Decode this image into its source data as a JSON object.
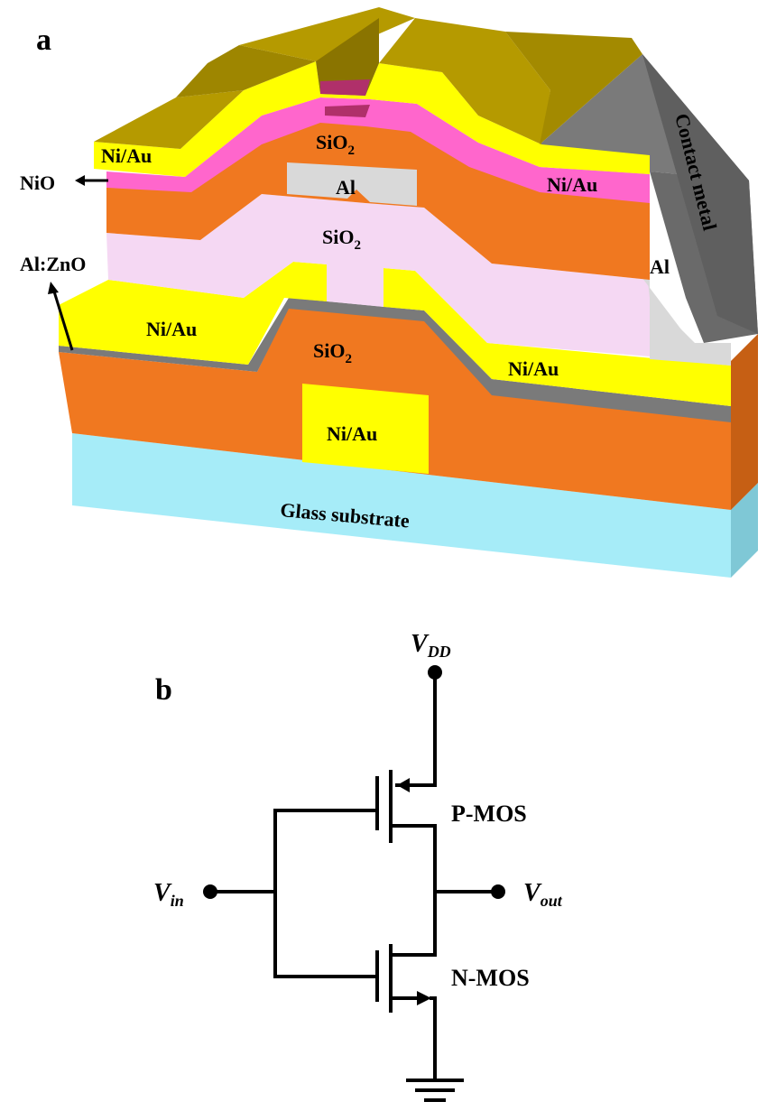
{
  "panel_a": {
    "label": "a",
    "layers": {
      "ni_au_top_left": "Ni/Au",
      "ni_au_top_right": "Ni/Au",
      "sio2_top": "SiO",
      "al_gate_top": "Al",
      "sio2_middle": "SiO",
      "ni_au_mid_left": "Ni/Au",
      "ni_au_mid_right": "Ni/Au",
      "sio2_bottom": "SiO",
      "ni_au_bottom_gate": "Ni/Au",
      "glass_substrate": "Glass substrate",
      "contact_metal": "Contact metal",
      "al_side": "Al"
    },
    "subscript_two": "2",
    "callouts": {
      "nio": "NiO",
      "al_zno": "Al:ZnO"
    },
    "colors": {
      "gold": "#b59a00",
      "gold_dark": "#8a7400",
      "yellow": "#ffff00",
      "orange": "#f07820",
      "pink": "#ff66cc",
      "lavender": "#f5d8f3",
      "light_gray": "#d9d9d9",
      "dark_gray": "#7a7a7a",
      "cyan": "#a6ecf8",
      "magenta_cavity": "#b0306a"
    }
  },
  "panel_b": {
    "label": "b",
    "vdd": {
      "main": "V",
      "sub": "DD"
    },
    "vin": {
      "main": "V",
      "sub": "in"
    },
    "vout": {
      "main": "V",
      "sub": "out"
    },
    "pmos": "P-MOS",
    "nmos": "N-MOS"
  }
}
